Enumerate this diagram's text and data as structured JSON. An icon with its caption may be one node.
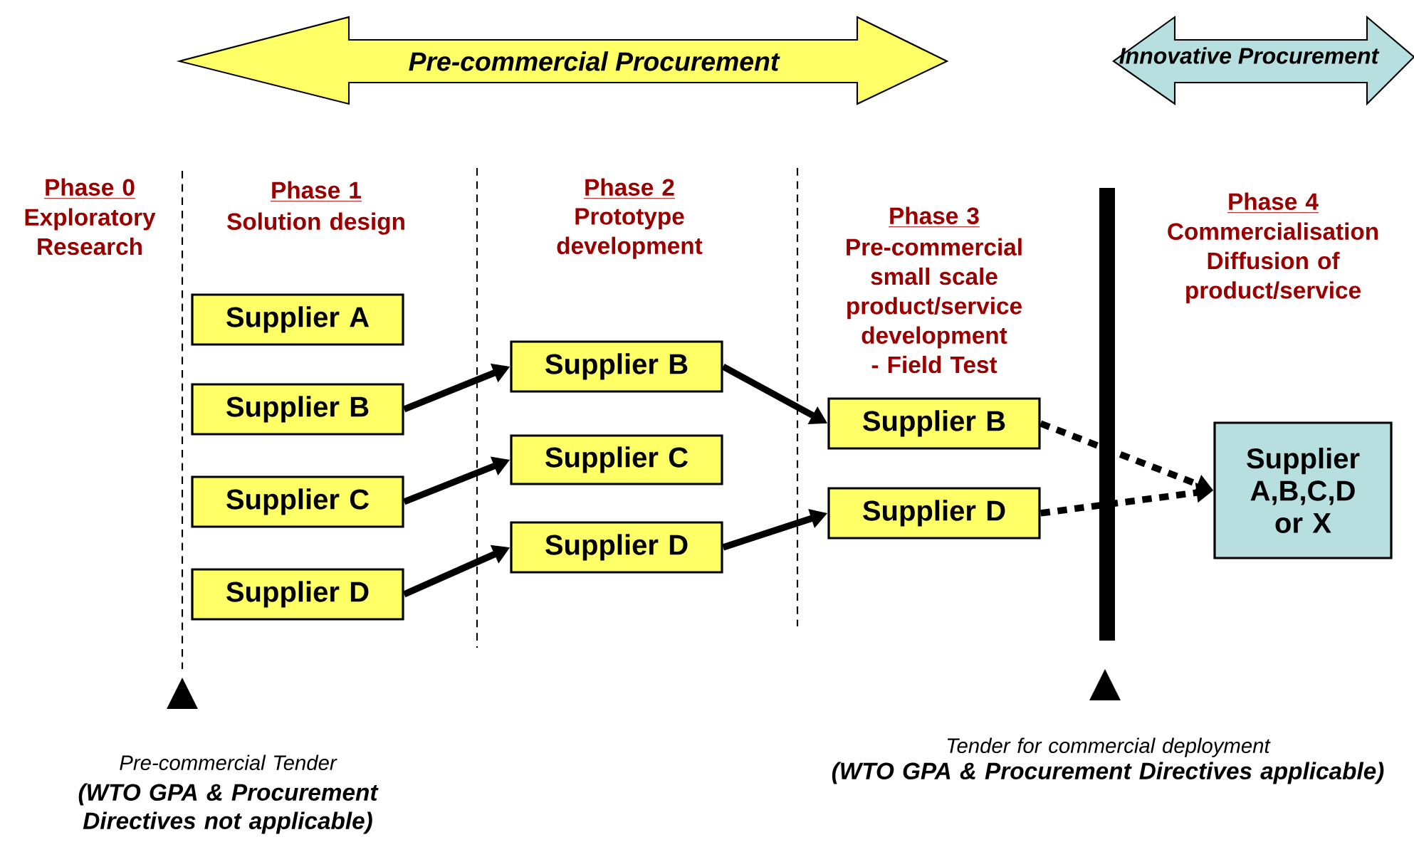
{
  "diagram": {
    "nodes": [
      {
        "text": [
          "Pre-commercial Procurement"
        ]
      },
      {
        "text": [
          "Innovative Procurement"
        ]
      },
      {
        "text": [
          "Supplier A"
        ]
      },
      {
        "text": [
          "Supplier B"
        ]
      },
      {
        "text": [
          "Supplier C"
        ]
      },
      {
        "text": [
          "Supplier D"
        ]
      },
      {
        "text": [
          "Supplier B"
        ]
      },
      {
        "text": [
          "Supplier C"
        ]
      },
      {
        "text": [
          "Supplier D"
        ]
      },
      {
        "text": [
          "Supplier B"
        ]
      },
      {
        "text": [
          "Supplier D"
        ]
      },
      {
        "text": [
          "Supplier A,B,C,D or X"
        ]
      }
    ],
    "edges": [
      {
        "from": 3,
        "to": 6,
        "arrow": "to"
      },
      {
        "from": 4,
        "to": 7,
        "arrow": "to"
      },
      {
        "from": 5,
        "to": 8,
        "arrow": "to"
      },
      {
        "from": 6,
        "to": 9,
        "arrow": "to"
      },
      {
        "from": 8,
        "to": 10,
        "arrow": "to"
      },
      {
        "from": 9,
        "to": 11,
        "arrow": "to",
        "style": "dashed"
      },
      {
        "from": 10,
        "to": 11,
        "arrow": "to",
        "style": "dashed"
      }
    ],
    "labels": [
      "Phase 0",
      "Exploratory Research",
      "Phase 1",
      "Solution design",
      "Phase 2",
      "Prototype development",
      "Phase 3",
      "Pre-commercial small scale product/service development - Field Test",
      "Phase 4",
      "Commercialisation Diffusion of product/service",
      "Pre-commercial Tender",
      "(WTO GPA & Procurement Directives not applicable)",
      "Tender for commercial deployment",
      "(WTO GPA & Procurement Directives applicable)"
    ]
  }
}
